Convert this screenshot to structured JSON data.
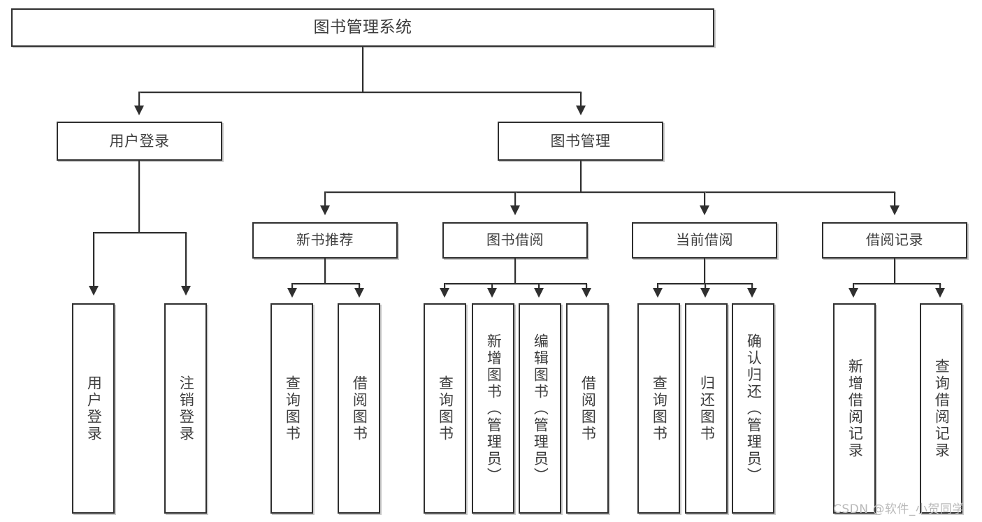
{
  "diagram": {
    "title": "图书管理系统",
    "watermark": "CSDN @软件_小贺同学",
    "level2": {
      "user_login": "用户登录",
      "book_manage": "图书管理"
    },
    "level3": {
      "new_book_recommend": "新书推荐",
      "book_borrow": "图书借阅",
      "current_borrow": "当前借阅",
      "borrow_record": "借阅记录"
    },
    "leaves": {
      "user_login_children": [
        "用户登录",
        "注销登录"
      ],
      "new_book_recommend_children": [
        "查询图书",
        "借阅图书"
      ],
      "book_borrow_children": [
        "查询图书",
        "新增图书（管理员）",
        "编辑图书（管理员）",
        "借阅图书"
      ],
      "current_borrow_children": [
        "查询图书",
        "归还图书",
        "确认归还（管理员）"
      ],
      "borrow_record_children": [
        "新增借阅记录",
        "查询借阅记录"
      ]
    },
    "colors": {
      "border": "#2f2f2f",
      "text": "#3d3d3d",
      "background": "#ffffff",
      "watermark": "#b9b9b9"
    }
  }
}
